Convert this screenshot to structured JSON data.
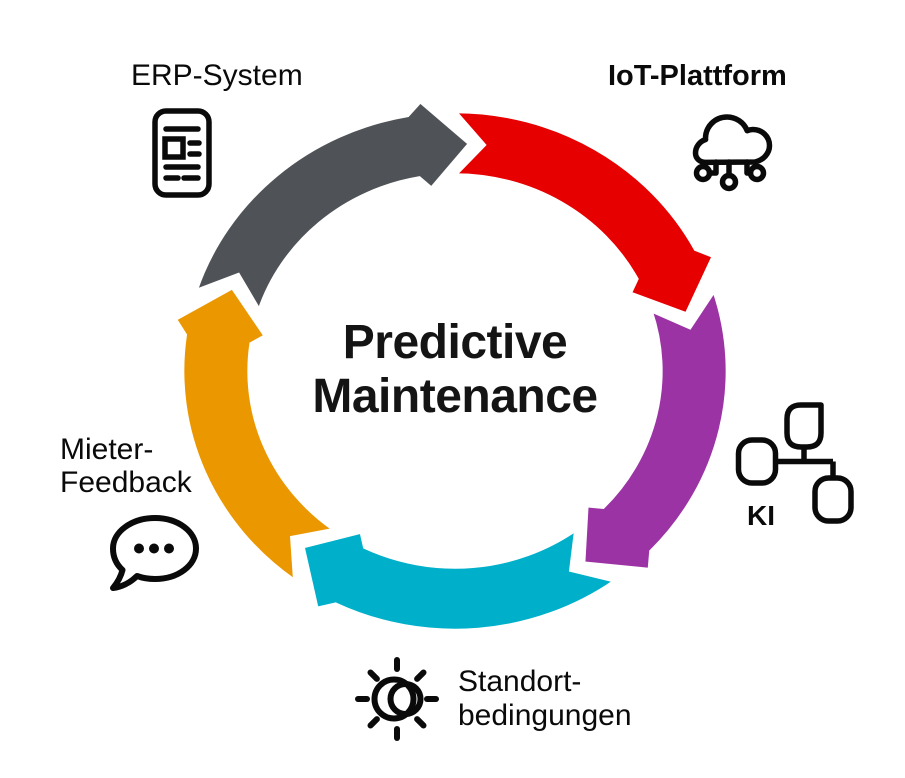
{
  "diagram": {
    "center_title_line1": "Predictive",
    "center_title_line2": "Maintenance",
    "segments": [
      {
        "name": "erp-to-iot",
        "color": "#4F5357",
        "tail_angle": 288,
        "head_angle": 360
      },
      {
        "name": "iot-to-ki",
        "color": "#E60000",
        "tail_angle": 0,
        "head_angle": 72
      },
      {
        "name": "ki-to-standort",
        "color": "#9C33A5",
        "tail_angle": 72,
        "head_angle": 144
      },
      {
        "name": "standort-to-mieter",
        "color": "#00B0CA",
        "tail_angle": 144,
        "head_angle": 216
      },
      {
        "name": "mieter-to-erp",
        "color": "#EB9700",
        "tail_angle": 216,
        "head_angle": 288
      }
    ]
  },
  "nodes": {
    "erp": {
      "label": "ERP-System",
      "icon": "document-report-icon"
    },
    "iot": {
      "label": "IoT-Plattform",
      "icon": "cloud-iot-icon"
    },
    "ki": {
      "label": "KI",
      "icon": "network-nodes-icon"
    },
    "standort": {
      "label_line1": "Standort-",
      "label_line2": "bedingungen",
      "icon": "sun-conditions-icon"
    },
    "mieter": {
      "label_line1": "Mieter-",
      "label_line2": "Feedback",
      "icon": "speech-bubble-icon"
    }
  },
  "colors": {
    "gray": "#4F5357",
    "red": "#E60000",
    "purple": "#9C33A5",
    "cyan": "#00B0CA",
    "orange": "#EB9700",
    "ink": "#0a0a0a",
    "background": "#ffffff"
  }
}
